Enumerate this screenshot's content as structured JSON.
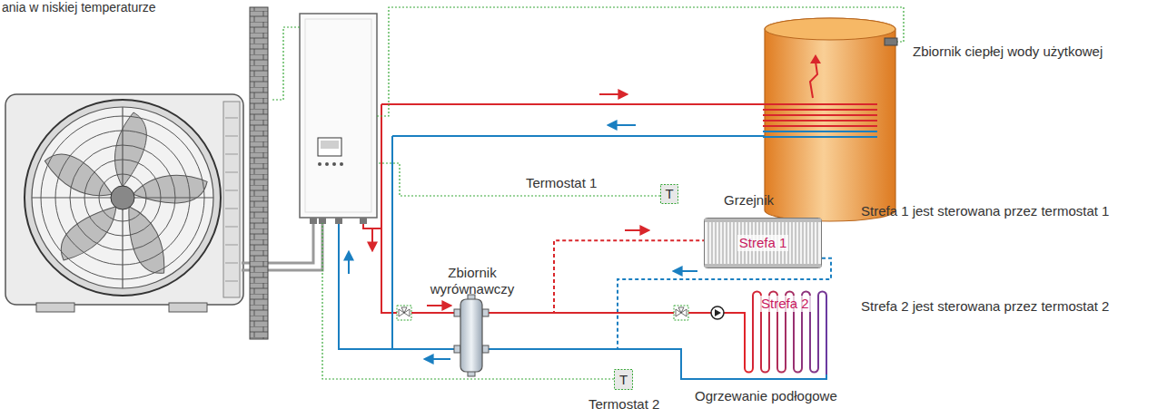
{
  "diagram": {
    "nodes": [
      {
        "text": [
          "Zbiornik ciepłej wody użytkowej"
        ]
      },
      {
        "text": [
          "Termostat 1",
          "T"
        ]
      },
      {
        "text": [
          "Grzejnik",
          "Strefa 1"
        ]
      },
      {
        "text": [
          "Zbiornik wyrównawczy"
        ]
      },
      {
        "text": [
          "Strefa 2",
          "Ogrzewanie podłogowe"
        ]
      },
      {
        "text": [
          "T",
          "Termostat 2"
        ]
      }
    ],
    "edges": [
      {
        "from": 3,
        "to": 2,
        "arrow": "none"
      },
      {
        "from": 2,
        "to": 3,
        "arrow": "none"
      },
      {
        "from": 3,
        "to": 4,
        "arrow": "none"
      },
      {
        "from": 4,
        "to": 3,
        "arrow": "none"
      }
    ],
    "labels": [
      "ania w niskiej temperaturze",
      "Strefa 1 jest sterowana przez termostat 1",
      "Strefa 2 jest sterowana przez termostat 2"
    ]
  }
}
